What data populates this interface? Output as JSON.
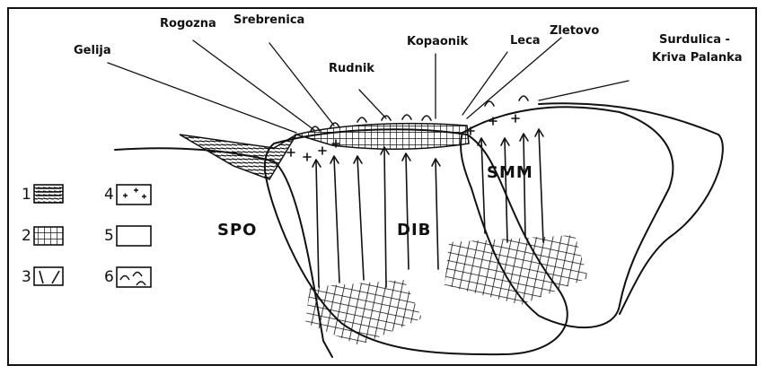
{
  "localities": {
    "gelija": "Gelija",
    "rogozna": "Rogozna",
    "srebrenica": "Srebrenica",
    "rudnik": "Rudnik",
    "kopaonik": "Kopaonik",
    "leca": "Leca",
    "zletovo": "Zletovo",
    "surdulica_1": "Surdulica -",
    "surdulica_2": "Kriva Palanka"
  },
  "zones": {
    "spo": "SPO",
    "dib": "DIB",
    "smm": "SMM"
  },
  "legend": [
    {
      "number": "1",
      "icon": "layered-sediment-pattern"
    },
    {
      "number": "2",
      "icon": "crosshatch-pattern"
    },
    {
      "number": "3",
      "icon": "fault-line-pattern"
    },
    {
      "number": "4",
      "icon": "plus-dots-pattern"
    },
    {
      "number": "5",
      "icon": "empty-box"
    },
    {
      "number": "6",
      "icon": "volcano-arc-pattern"
    }
  ],
  "colors": {
    "ink": "#111111",
    "paper": "#ffffff"
  }
}
